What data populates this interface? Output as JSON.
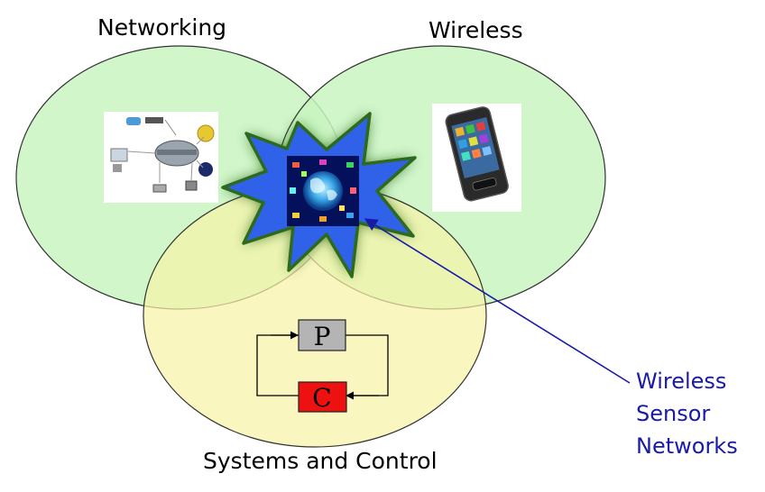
{
  "circles": {
    "networking": "Networking",
    "wireless": "Wireless",
    "systems": "Systems and Control"
  },
  "center_label": {
    "line1": "Wireless",
    "line2": "Sensor",
    "line3": "Networks"
  },
  "loop": {
    "plant": "P",
    "controller": "C"
  },
  "colors": {
    "green_fill": "#c8f5c0",
    "yellow_fill": "#f6f3a8",
    "star_fill": "#2f62e8",
    "star_stroke": "#3a7a2a",
    "arrow_blue": "#1a1aa8",
    "plant_box": "#b4b4b4",
    "controller_box": "#ee1111"
  },
  "icons": [
    "network-diagram-icon",
    "smartphone-icon",
    "globe-apps-icon"
  ]
}
